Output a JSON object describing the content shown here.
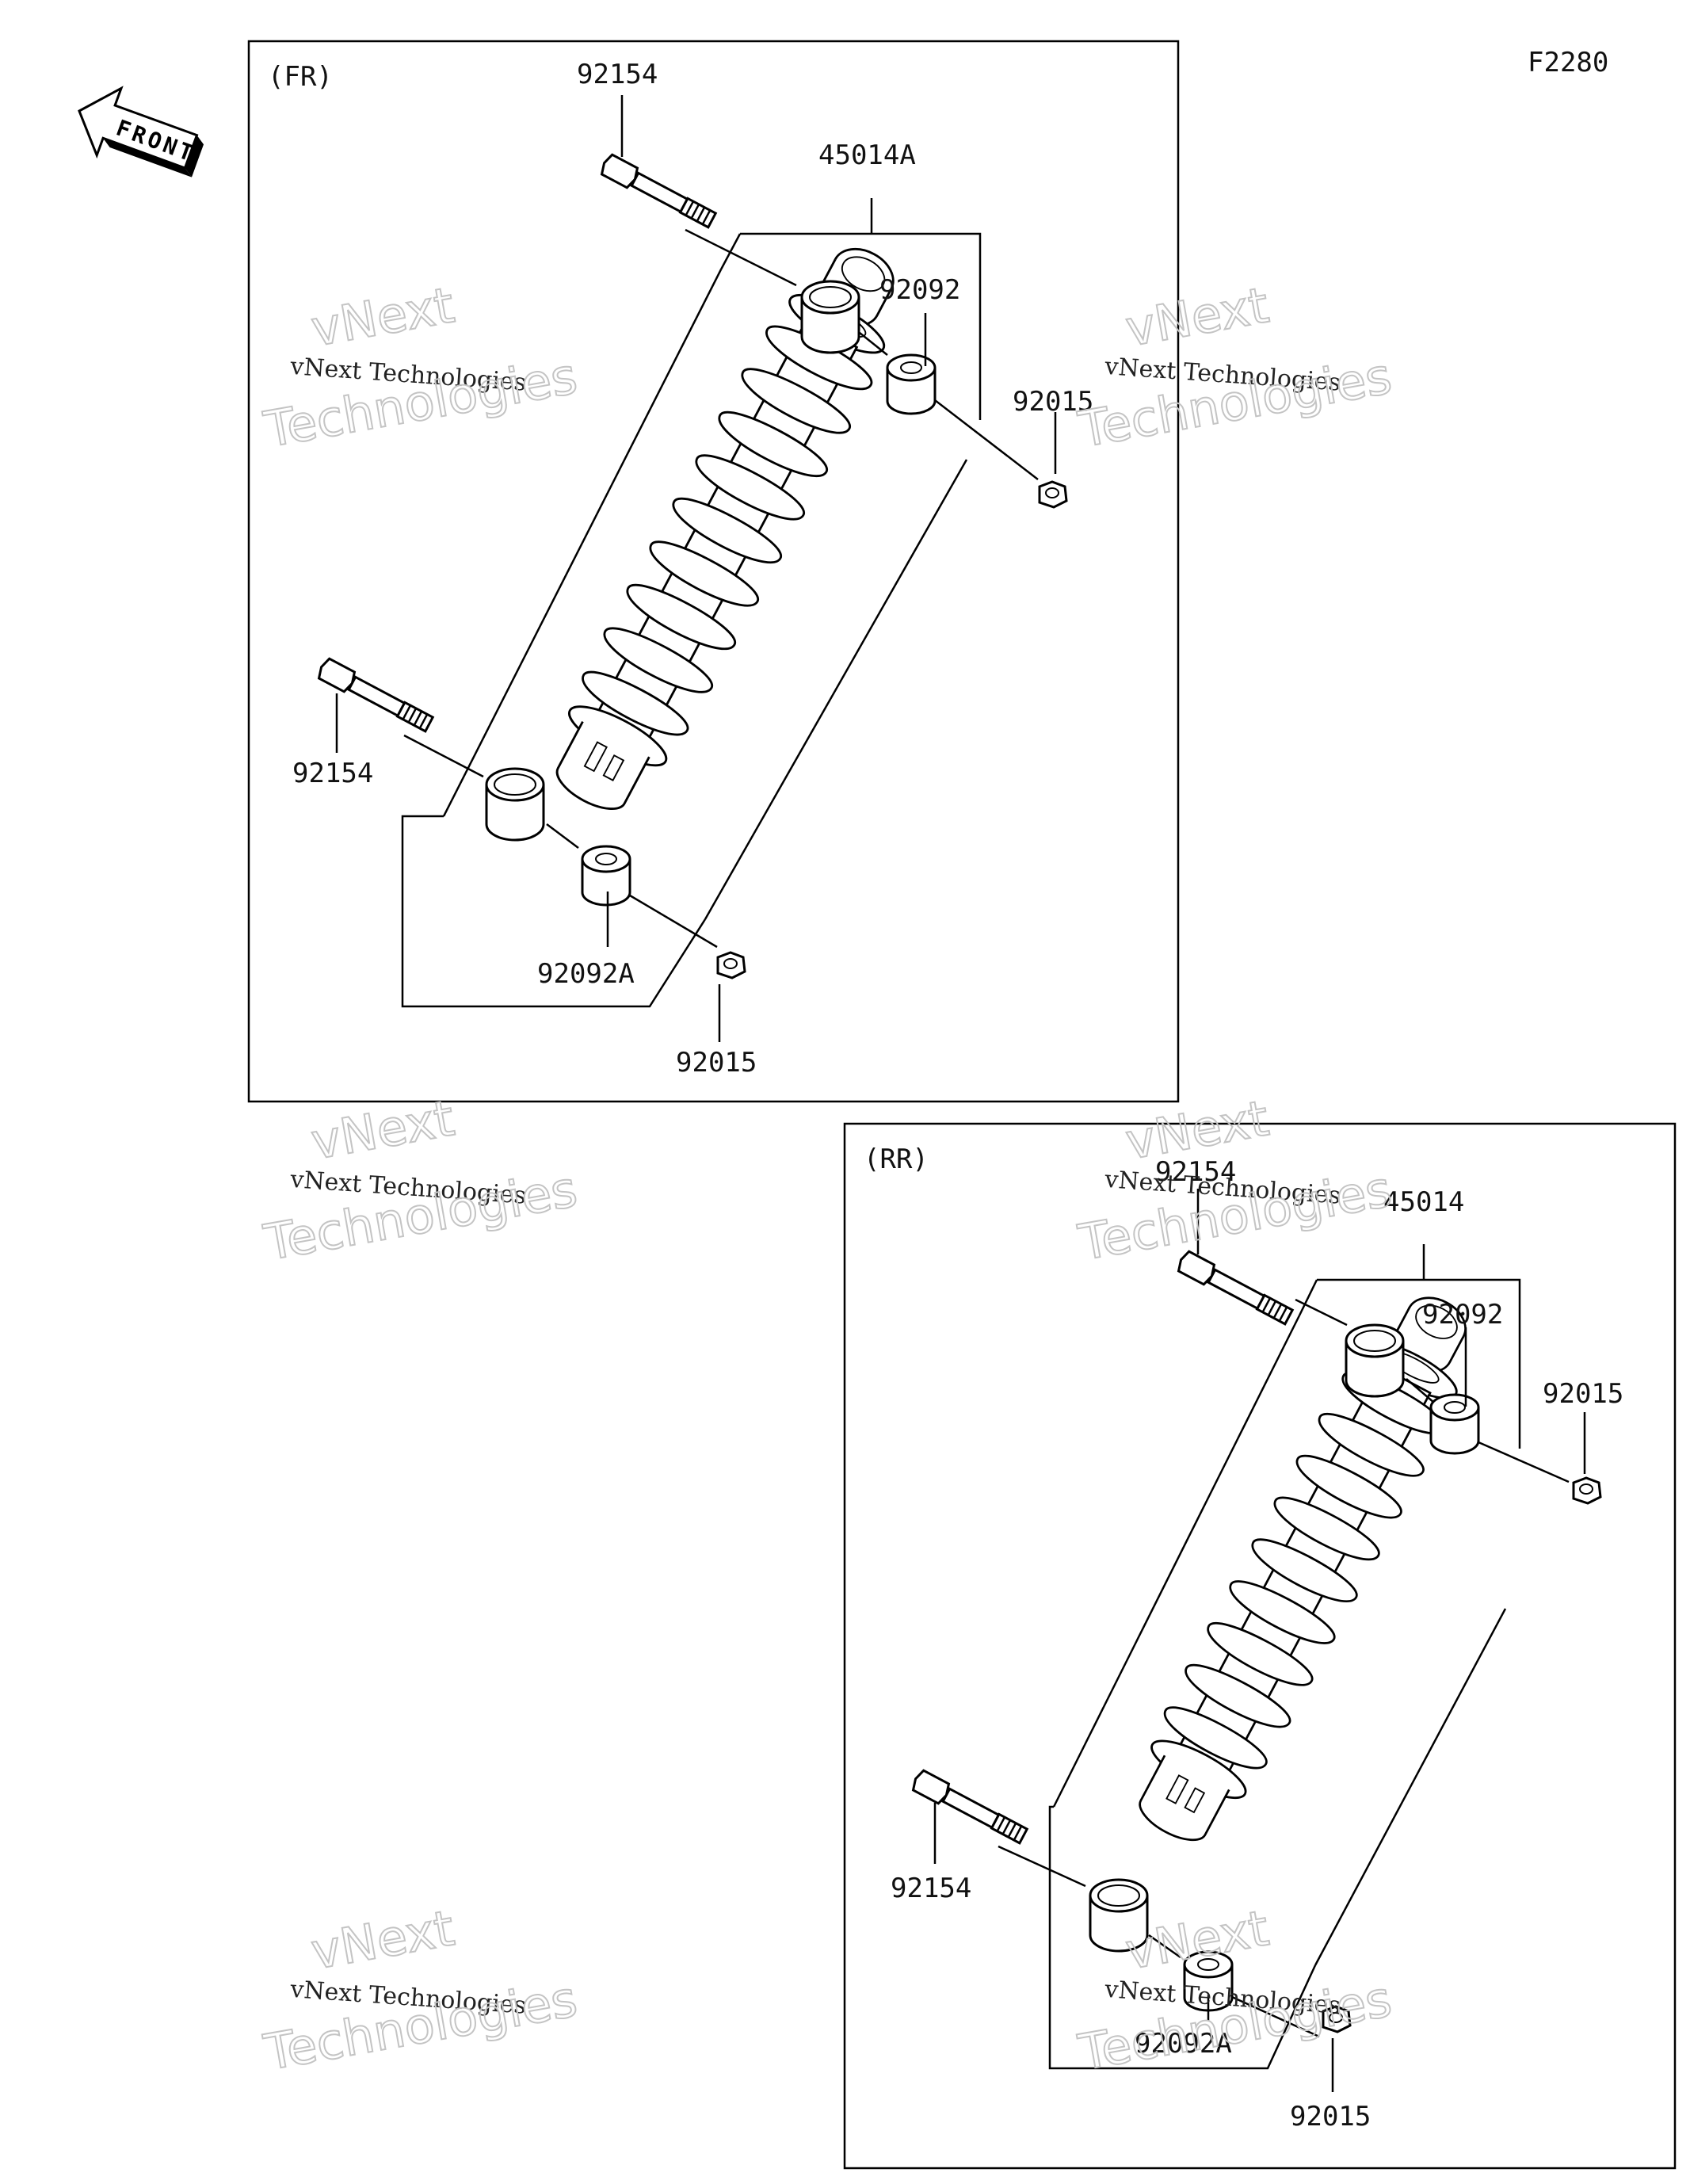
{
  "page_code": "F2280",
  "front_arrow_text": "FRONT",
  "watermark": {
    "line1": "vNext Technologies",
    "outline_top": "vNext",
    "outline_bottom": "Technologies"
  },
  "sections": {
    "front": {
      "tag": "(FR)",
      "labels": {
        "bolt_top": "92154",
        "assembly": "45014A",
        "bushing_top": "92092",
        "nut_top": "92015",
        "bolt_bottom": "92154",
        "bushing_bottom": "92092A",
        "nut_bottom": "92015"
      }
    },
    "rear": {
      "tag": "(RR)",
      "labels": {
        "bolt_top": "92154",
        "assembly": "45014",
        "bushing_top": "92092",
        "nut_top": "92015",
        "bolt_bottom": "92154",
        "bushing_bottom": "92092A",
        "nut_bottom": "92015"
      }
    }
  },
  "colors": {
    "line": "#000000",
    "watermark_outline": "#c4c4c4",
    "background": "#ffffff"
  }
}
